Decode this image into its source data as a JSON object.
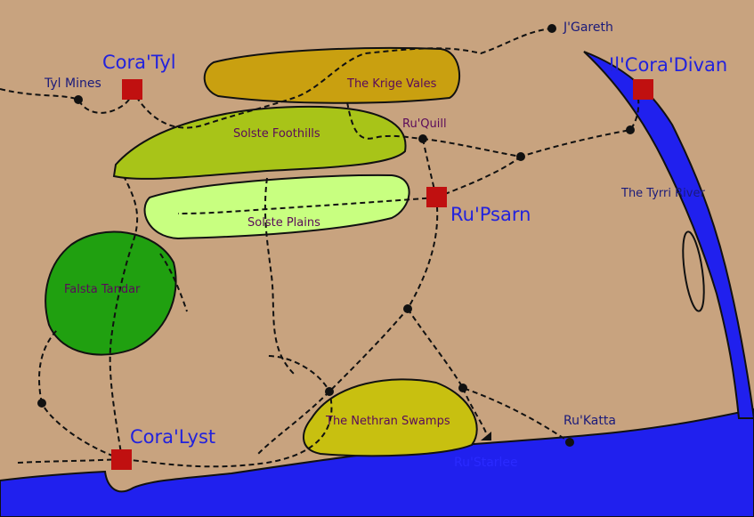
{
  "map": {
    "colors": {
      "land": "#c8a37f",
      "water": "#2020ee",
      "city_marker": "#c01010",
      "krige_vales": "#c9a010",
      "solste_foothills": "#a8c418",
      "solste_plains": "#c8ff80",
      "falsta_tandar": "#20a010",
      "nethran_swamps": "#c8c010"
    },
    "cities": [
      {
        "name": "Cora'Tyl"
      },
      {
        "name": "Il'Cora'Divan"
      },
      {
        "name": "Ru'Psarn"
      },
      {
        "name": "Cora'Lyst"
      }
    ],
    "regions": [
      {
        "name": "The Krige Vales"
      },
      {
        "name": "Solste Foothills"
      },
      {
        "name": "Solste Plains"
      },
      {
        "name": "Falsta Tandar"
      },
      {
        "name": "The Nethran Swamps"
      }
    ],
    "towns": [
      {
        "name": "J'Gareth"
      },
      {
        "name": "Tyl Mines"
      },
      {
        "name": "Ru'Quill"
      },
      {
        "name": "Ru'Katta"
      },
      {
        "name": "Ru'Starlee"
      }
    ],
    "river": {
      "name": "The Tyrri River"
    }
  }
}
